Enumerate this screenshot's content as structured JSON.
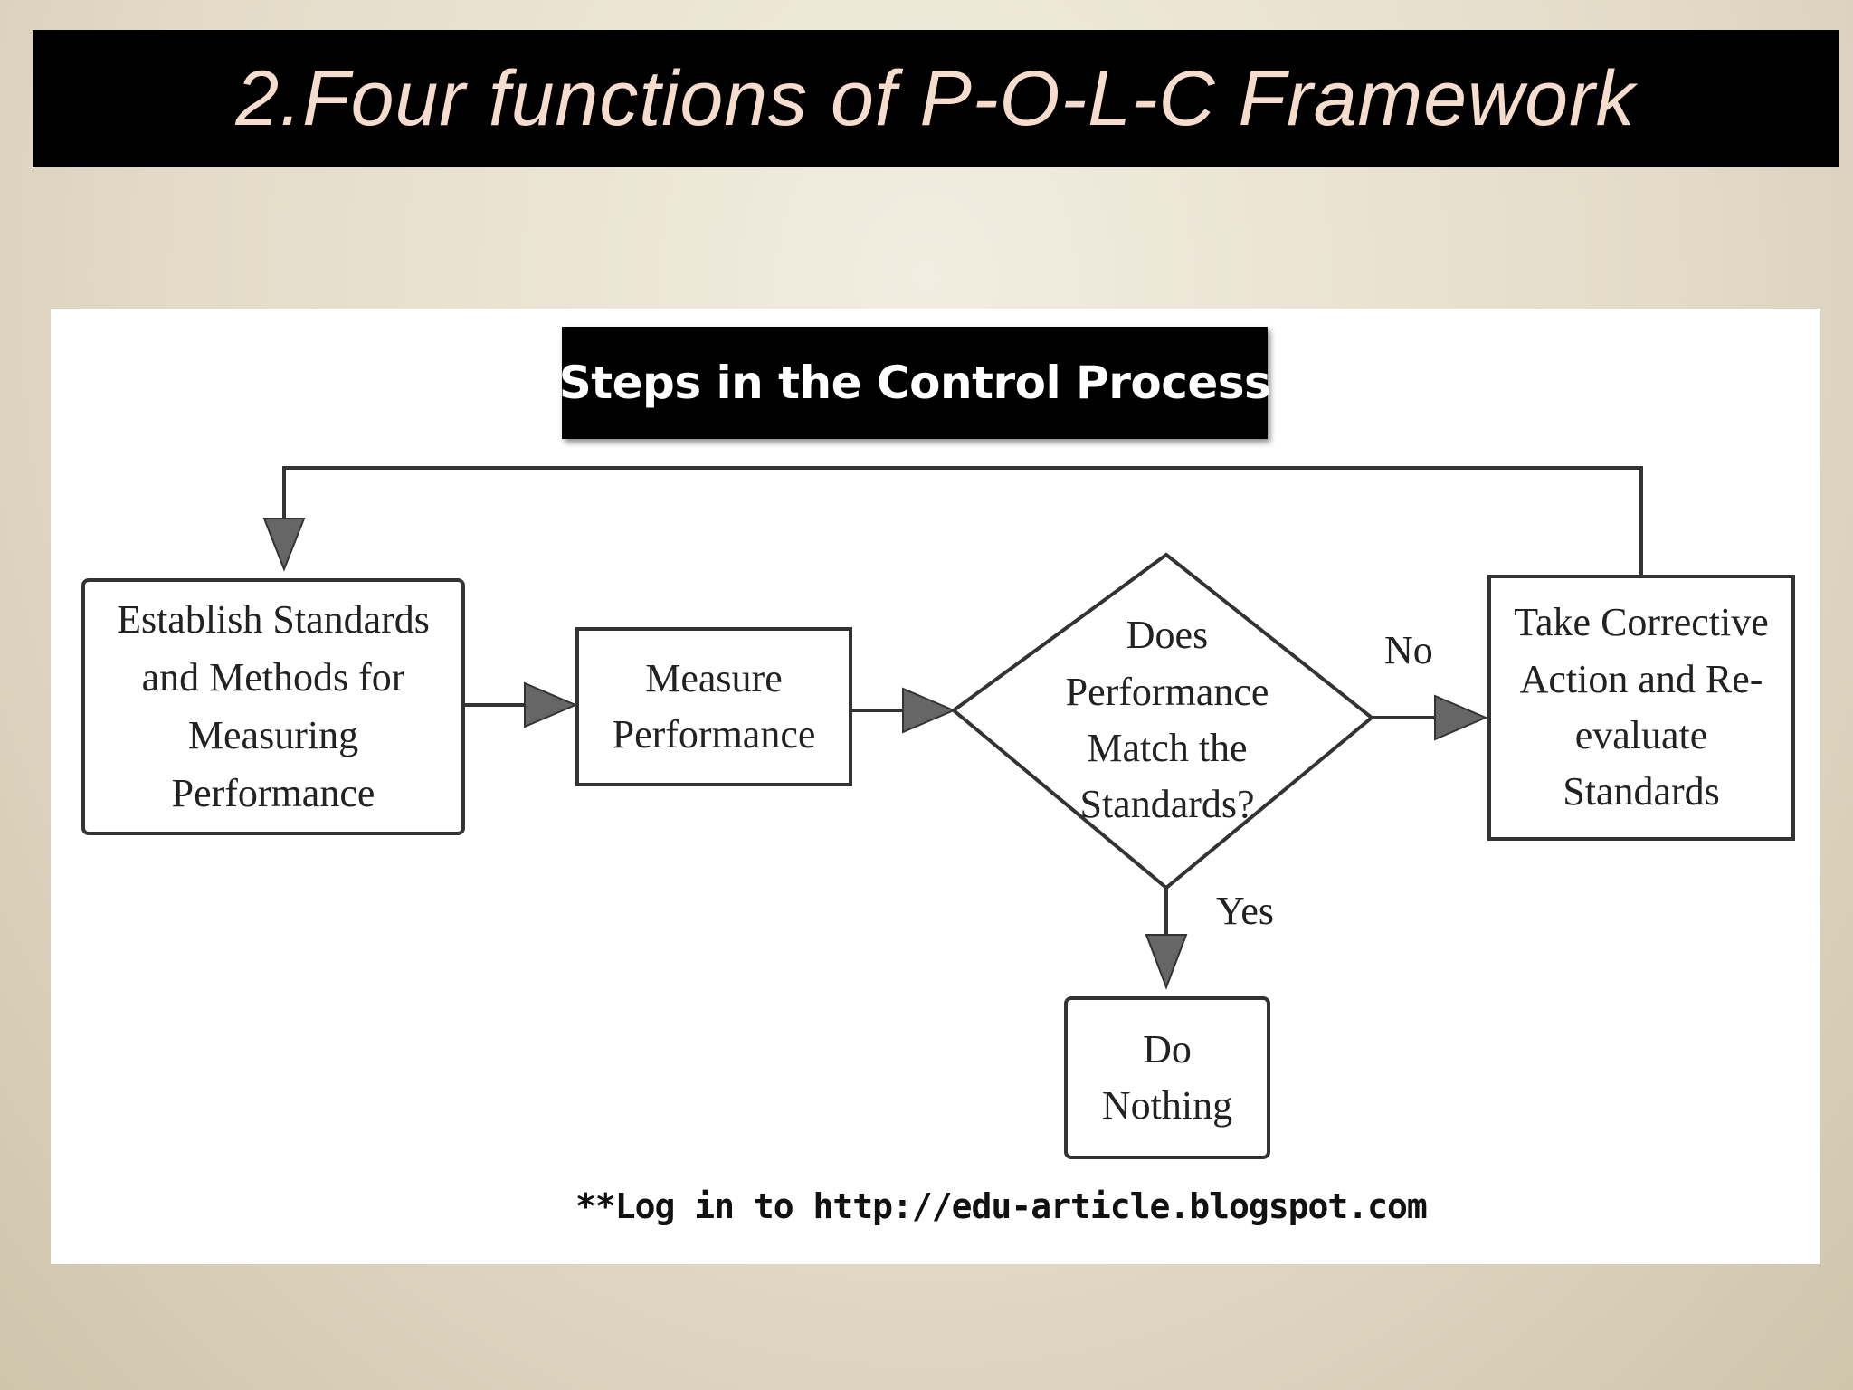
{
  "slide": {
    "title": "2.Four functions of P-O-L-C  Framework"
  },
  "diagram": {
    "heading": "Steps in the Control Process",
    "nodes": {
      "establish": "Establish Standards and Methods for Measuring Performance",
      "measure": "Measure Performance",
      "decision": "Does Performance Match the Standards?",
      "corrective": "Take Corrective Action and Re-evaluate Standards",
      "nothing": "Do Nothing"
    },
    "edges": {
      "no_label": "No",
      "yes_label": "Yes"
    },
    "footer": "**Log in to http://edu-article.blogspot.com"
  }
}
